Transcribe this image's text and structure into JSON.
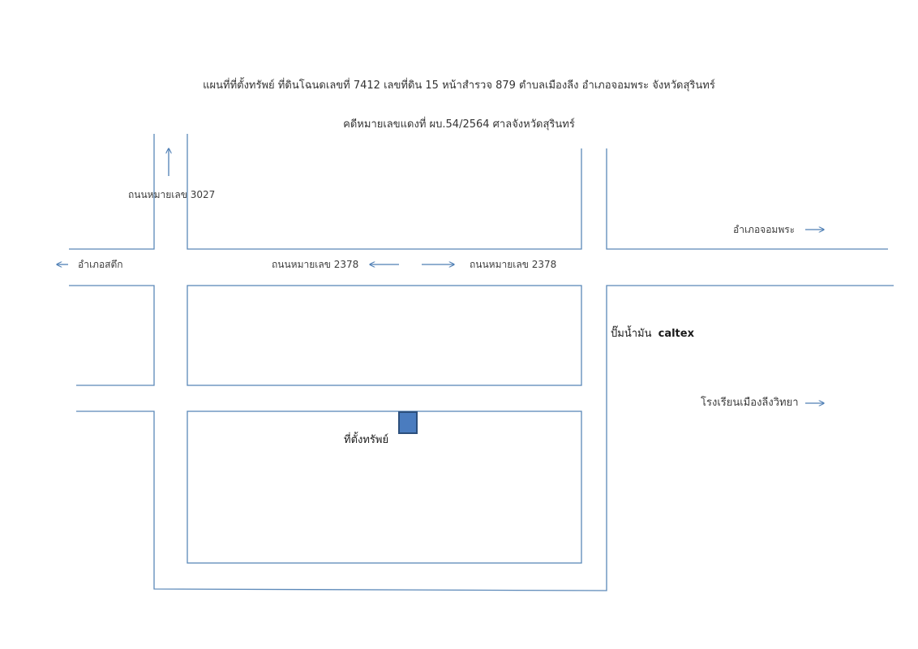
{
  "title_line1": "แผนที่ที่ตั้งทรัพย์ ที่ดินโฉนดเลขที่ 7412 เลขที่ดิน 15 หน้าสำรวจ 879 ตำบลเมืองลีง อำเภอจอมพระ จังหวัดสุรินทร์",
  "title_line2": "คดีหมายเลขแดงที่ ผบ.54/2564 ศาลจังหวัดสุรินทร์",
  "labels": {
    "road_3027": "ถนนหมายเลข 3027",
    "district_satuek": "อำเภอสตึก",
    "road_2378_left": "ถนนหมายเลข 2378",
    "road_2378_right": "ถนนหมายเลข 2378",
    "district_chom_phra": "อำเภอจอมพระ",
    "gas_station": "ปั๊มน้ำมัน",
    "gas_brand": "caltex",
    "school": "โรงเรียนเมืองลีงวิทยา",
    "property_location": "ที่ตั้งทรัพย์"
  },
  "colors": {
    "road_line": "#5b88b8",
    "arrow": "#4f7fb5",
    "marker_fill": "#4a7cbf",
    "marker_border": "#2c4f7c"
  },
  "icons": {
    "direction_arrow": "arrow-icon",
    "property_marker": "square-marker-icon"
  }
}
